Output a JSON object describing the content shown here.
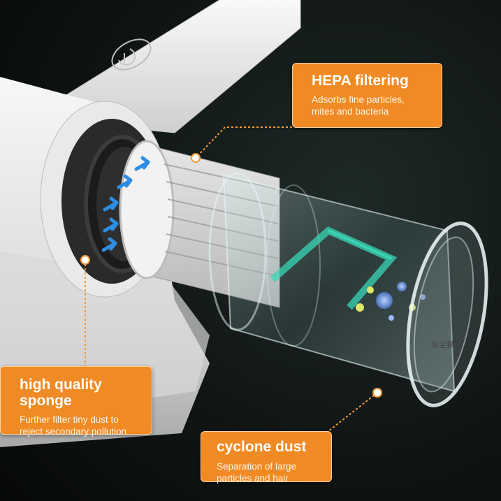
{
  "callouts": {
    "hepa": {
      "title": "HEPA filtering",
      "desc_line1": "Adsorbs fine particles,",
      "desc_line2": "mites and bacteria"
    },
    "sponge": {
      "title": "high quality sponge",
      "desc_line1": "Further filter tiny dust to",
      "desc_line2": "reject secondary pollution"
    },
    "cyclone": {
      "title": "cyclone dust",
      "desc_line1": "Separation of large",
      "desc_line2": "particles and hair"
    }
  },
  "watermark_text": "灰尘螨虫",
  "colors": {
    "callout_orange": "#f08a24",
    "leader_line": "#f59a3a",
    "airflow_arrow": "#2e8de0",
    "cyclone_accent": "#3ad6b5"
  }
}
